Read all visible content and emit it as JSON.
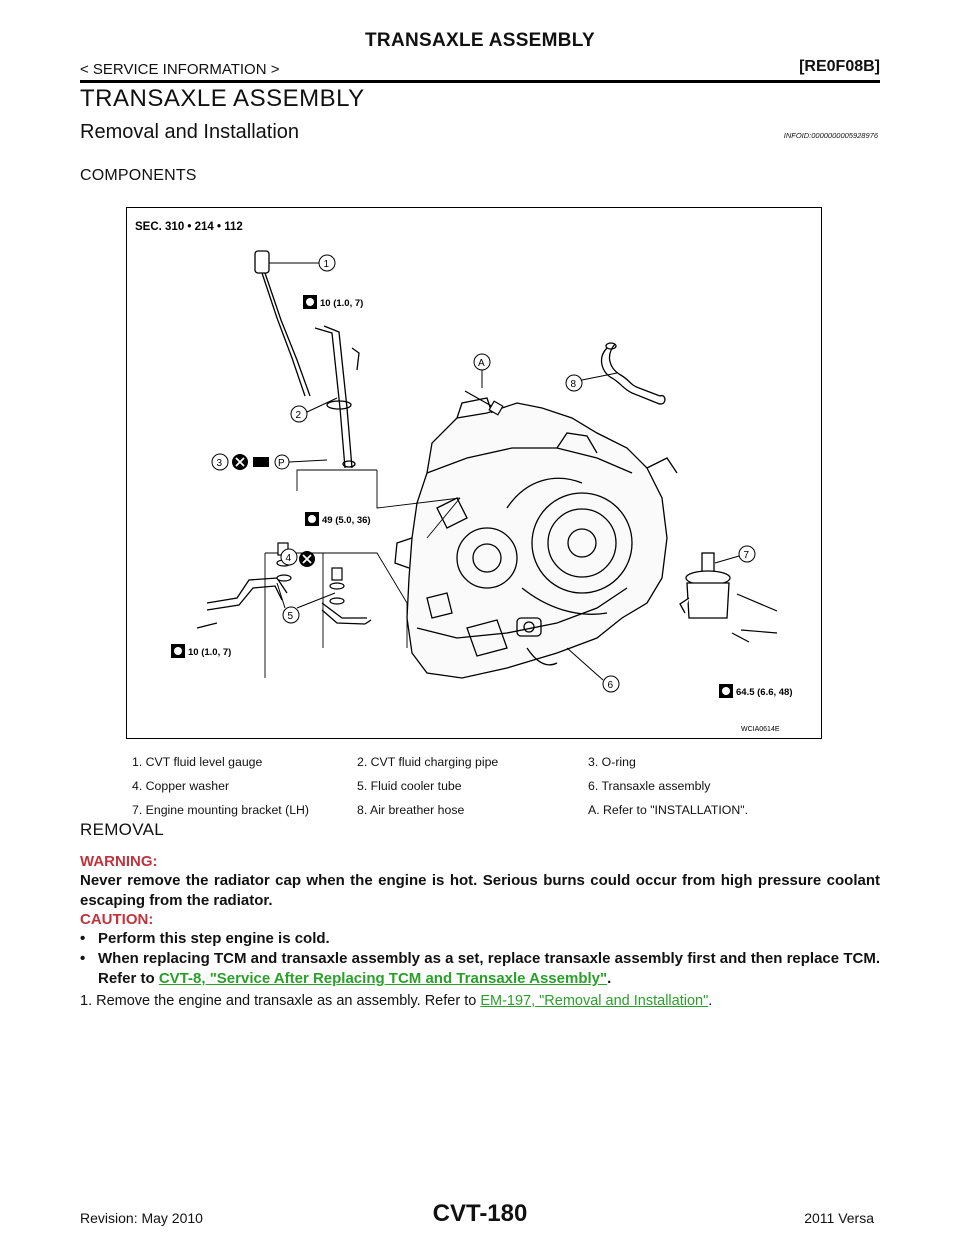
{
  "header": {
    "title": "TRANSAXLE ASSEMBLY",
    "left": "< SERVICE INFORMATION >",
    "right": "[RE0F08B]"
  },
  "section_title": "TRANSAXLE ASSEMBLY",
  "subsection": {
    "title": "Removal and Installation",
    "infoid": "INFOID:0000000005928976"
  },
  "components_heading": "COMPONENTS",
  "figure": {
    "sec_label": "SEC. 310 • 214 • 112",
    "code": "WCIA0614E",
    "torques": {
      "t1": "10 (1.0, 7)",
      "t2": "49 (5.0, 36)",
      "t3": "10 (1.0, 7)",
      "t4": "64.5 (6.6, 48)"
    },
    "callouts": {
      "n1": "1",
      "n2": "2",
      "n3": "3",
      "n4": "4",
      "n5": "5",
      "n6": "6",
      "n7": "7",
      "n8": "8",
      "nA": "A",
      "p": "P"
    }
  },
  "legend": [
    [
      "1.  CVT fluid level gauge",
      "2.  CVT fluid charging pipe",
      "3.  O-ring"
    ],
    [
      "4.  Copper washer",
      "5.  Fluid cooler tube",
      "6.  Transaxle assembly"
    ],
    [
      "7.  Engine mounting bracket (LH)",
      "8.  Air breather hose",
      "A.  Refer to \"INSTALLATION\"."
    ]
  ],
  "removal": {
    "heading": "REMOVAL",
    "warning_label": "WARNING:",
    "warning_text": "Never remove the radiator cap when the engine is hot. Serious burns could occur from high pressure coolant escaping from the radiator.",
    "caution_label": "CAUTION:",
    "bullet1": "Perform this step engine is cold.",
    "bullet2_pre": "When replacing TCM and transaxle assembly as a set, replace transaxle assembly first and then replace TCM. Refer to ",
    "bullet2_link": "CVT-8, \"Service After Replacing TCM and Transaxle Assembly\"",
    "bullet2_post": ".",
    "step1_pre": "1.   Remove the engine and transaxle as an assembly. Refer to ",
    "step1_link": "EM-197, \"Removal and Installation\"",
    "step1_post": "."
  },
  "footer": {
    "left": "Revision: May 2010",
    "center": "CVT-180",
    "right": "2011 Versa"
  }
}
